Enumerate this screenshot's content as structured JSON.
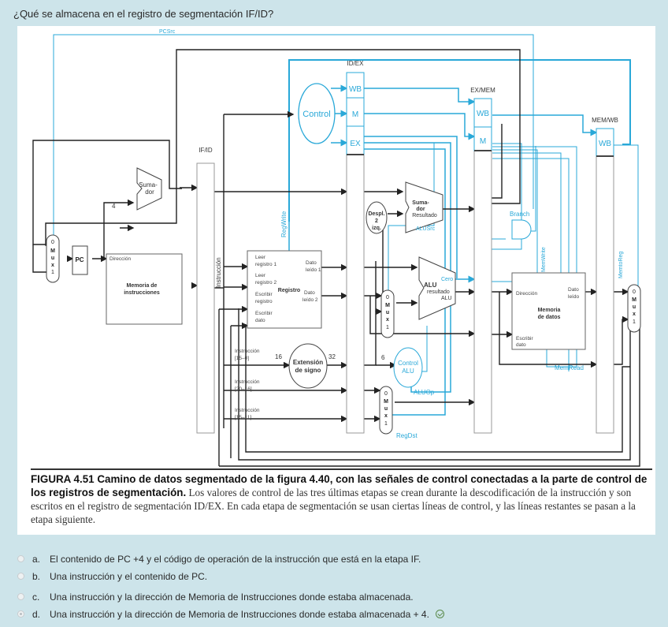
{
  "question": "¿Qué se almacena en el registro de segmentación IF/ID?",
  "diagram": {
    "signals": {
      "pcsrc": "PCSrc",
      "regwrite": "RegWrite",
      "alusrc": "ALUSrc",
      "aluop": "ALUOp",
      "regdst": "RegDst",
      "branch": "Branch",
      "memwrite": "MemWrite",
      "memread": "MemRead",
      "memtoreg": "MemtoReg",
      "cero": "Cero"
    },
    "registers": {
      "ifid": "IF/ID",
      "idex": "ID/EX",
      "exmem": "EX/MEM",
      "memwb": "MEM/WB",
      "wb": "WB",
      "m": "M",
      "ex": "EX"
    },
    "blocks": {
      "control": "Control",
      "pc": "PC",
      "adder1_a": "Suma-",
      "adder1_b": "dor",
      "four": "4",
      "imem_addr": "Dirección",
      "imem_a": "Memoria de",
      "imem_b": "instrucciones",
      "instruccion": "Instrucción",
      "reg_read1_a": "Leer",
      "reg_read1_b": "registro 1",
      "reg_read2_a": "Leer",
      "reg_read2_b": "registro 2",
      "reg_write_a": "Escribir",
      "reg_write_b": "registro",
      "reg_wdata_a": "Escribir",
      "reg_wdata_b": "dato",
      "reg_title": "Registro",
      "reg_out1_a": "Dato",
      "reg_out1_b": "leído 1",
      "reg_out2_a": "Dato",
      "reg_out2_b": "leído 2",
      "instr_15_0_a": "Instrucción",
      "instr_15_0_b": "[15–0]",
      "instr_20_16_a": "Instrucción",
      "instr_20_16_b": "[20–16]",
      "instr_15_11_a": "Instrucción",
      "instr_15_11_b": "[15–11]",
      "signext_a": "Extensión",
      "signext_b": "de signo",
      "bits16": "16",
      "bits32": "32",
      "bits6": "6",
      "shift_a": "Despl.",
      "shift_b": "2",
      "shift_c": "izq.",
      "adder2_a": "Suma-",
      "adder2_b": "dor",
      "adder2_c": "Resultado",
      "alu": "ALU",
      "alu_res_a": "resultado",
      "alu_res_b": "ALU",
      "alucontrol_a": "Control",
      "alucontrol_b": "ALU",
      "dmem_addr": "Dirección",
      "dmem_a": "Memoria",
      "dmem_b": "de datos",
      "dmem_out_a": "Dato",
      "dmem_out_b": "leído",
      "dmem_wdata_a": "Escribir",
      "dmem_wdata_b": "dato",
      "mux_m": "M",
      "mux_u": "u",
      "mux_x": "x",
      "mux_0": "0",
      "mux_1": "1"
    }
  },
  "caption": {
    "head": "FIGURA 4.51   Camino de datos segmentado de la figura 4.40, con las señales de control conectadas a la parte de control de los registros de segmentación.",
    "body": " Los valores de control de las tres últimas etapas se crean durante la descodificación de la instrucción y son escritos en el registro de segmentación ID/EX. En cada etapa de segmentación se usan ciertas líneas de control, y las líneas restantes se pasan a la etapa siguiente."
  },
  "answers": [
    {
      "letter": "a.",
      "text": "El contenido de PC +4 y el código de operación de la instrucción que está en la etapa IF.",
      "selected": false,
      "correct": false
    },
    {
      "letter": "b.",
      "text": "Una instrucción y el contenido de PC.",
      "selected": false,
      "correct": false
    },
    {
      "letter": "c.",
      "text": "Una instrucción y la dirección de Memoria de Instrucciones donde estaba almacenada.",
      "selected": false,
      "correct": false
    },
    {
      "letter": "d.",
      "text": "Una instrucción y la dirección de Memoria de Instrucciones donde estaba almacenada + 4.",
      "selected": true,
      "correct": true
    }
  ],
  "colors": {
    "background": "#cde4ea",
    "control_blue": "#29a8d8",
    "correct_green": "#5a8a4a"
  }
}
